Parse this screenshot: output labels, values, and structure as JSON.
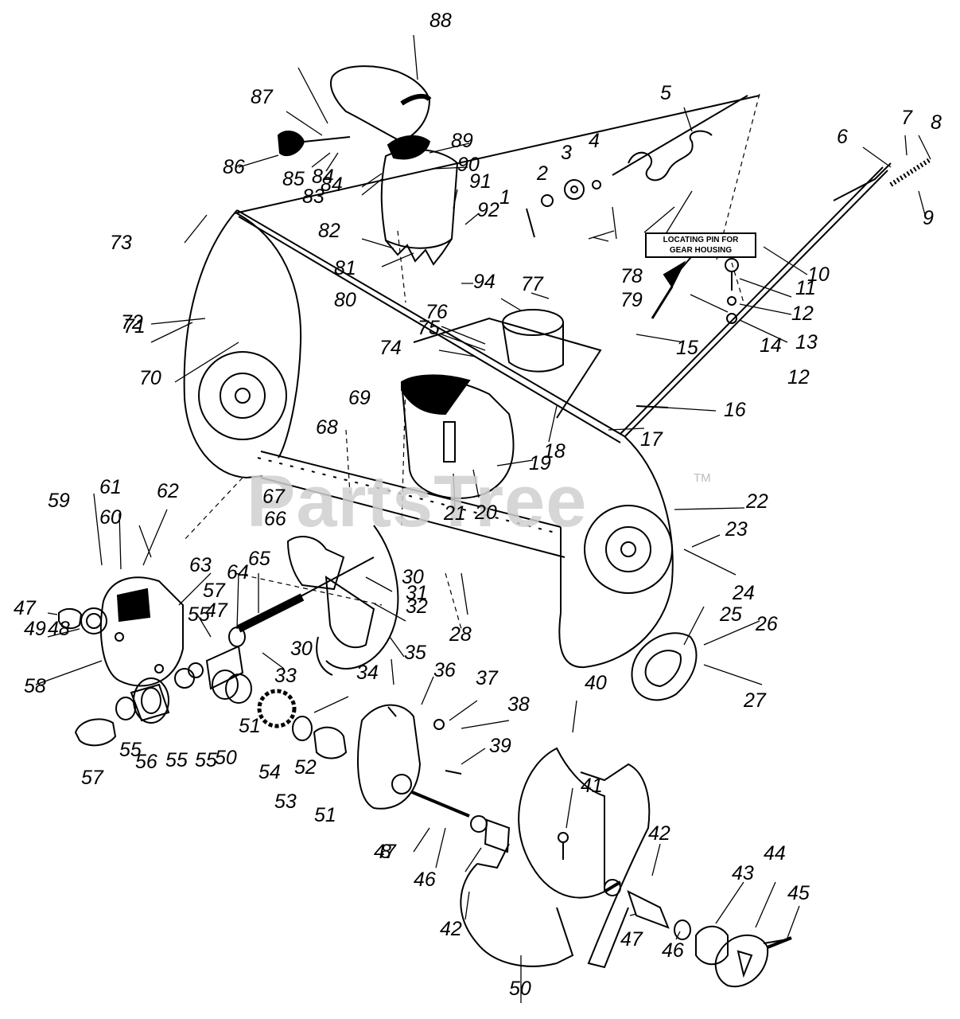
{
  "watermark": {
    "text": "PartsTree",
    "mark": "TM"
  },
  "note": {
    "line1": "LOCATING PIN FOR",
    "line2": "GEAR HOUSING"
  },
  "callouts": [
    "1",
    "2",
    "3",
    "4",
    "5",
    "6",
    "7",
    "8",
    "9",
    "10",
    "11",
    "12",
    "12",
    "13",
    "14",
    "15",
    "16",
    "17",
    "18",
    "19",
    "20",
    "21",
    "22",
    "23",
    "24",
    "25",
    "26",
    "27",
    "28",
    "30",
    "30",
    "31",
    "32",
    "33",
    "34",
    "35",
    "36",
    "37",
    "38",
    "39",
    "40",
    "41",
    "42",
    "42",
    "43",
    "44",
    "45",
    "46",
    "46",
    "47",
    "47",
    "47",
    "47",
    "48",
    "49",
    "50",
    "50",
    "51",
    "51",
    "52",
    "53",
    "54",
    "55",
    "55",
    "55",
    "55",
    "56",
    "57",
    "57",
    "58",
    "59",
    "60",
    "61",
    "62",
    "63",
    "64",
    "65",
    "66",
    "67",
    "68",
    "69",
    "70",
    "71",
    "72",
    "73",
    "74",
    "75",
    "76",
    "77",
    "78",
    "79",
    "80",
    "81",
    "82",
    "83",
    "84",
    "84",
    "85",
    "86",
    "87",
    "88",
    "89",
    "90",
    "91",
    "92",
    "94",
    "8"
  ]
}
